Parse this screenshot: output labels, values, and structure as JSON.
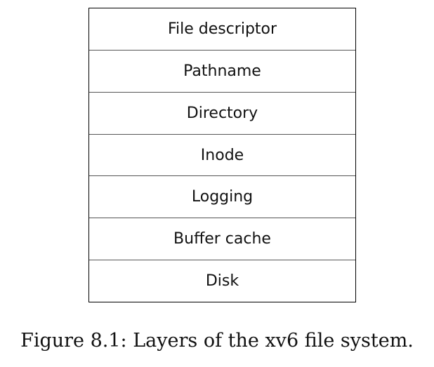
{
  "diagram": {
    "layers": [
      "File descriptor",
      "Pathname",
      "Directory",
      "Inode",
      "Logging",
      "Buffer cache",
      "Disk"
    ]
  },
  "caption": "Figure 8.1: Layers of the xv6 file system."
}
